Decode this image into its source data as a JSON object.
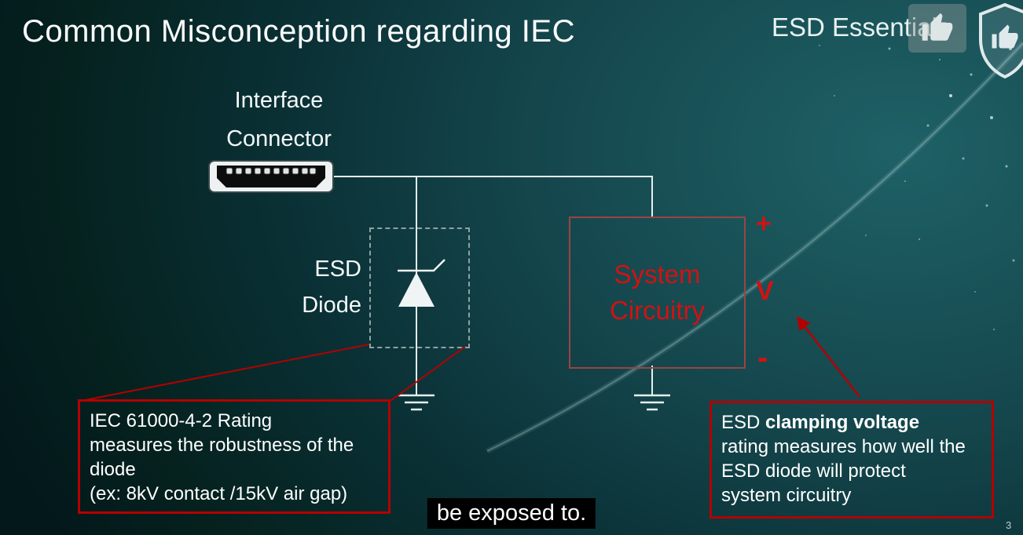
{
  "slide": {
    "title": "Common Misconception regarding IEC",
    "brand": "ESD Essentials",
    "page_number": "3",
    "caption": "be exposed to."
  },
  "diagram": {
    "connector_label": [
      "Interface",
      "Connector"
    ],
    "esd_diode_label": [
      "ESD",
      "Diode"
    ],
    "system_box": [
      "System",
      "Circuitry"
    ],
    "plus_sign": "+",
    "voltage_label": "V",
    "minus_sign": "-"
  },
  "callouts": {
    "iec": {
      "lines": [
        "IEC 61000-4-2 Rating",
        "measures the robustness of the",
        "diode",
        "(ex: 8kV contact /15kV air gap)"
      ]
    },
    "clamping": {
      "line1_prefix": "ESD ",
      "line1_bold": "clamping voltage",
      "lines": [
        "rating measures how well the",
        "ESD diode will protect",
        "system circuitry"
      ]
    }
  },
  "icons": {
    "thumbs_up": "thumbs-up-icon",
    "shield": "shield-logo-icon"
  },
  "colors": {
    "accent_red": "#d11212",
    "callout_border": "#b40000",
    "system_border": "#9a4444",
    "wire": "#e6eeee",
    "background_dark": "#03181b",
    "background_light": "#1e6166",
    "caption_background": "#000000"
  }
}
